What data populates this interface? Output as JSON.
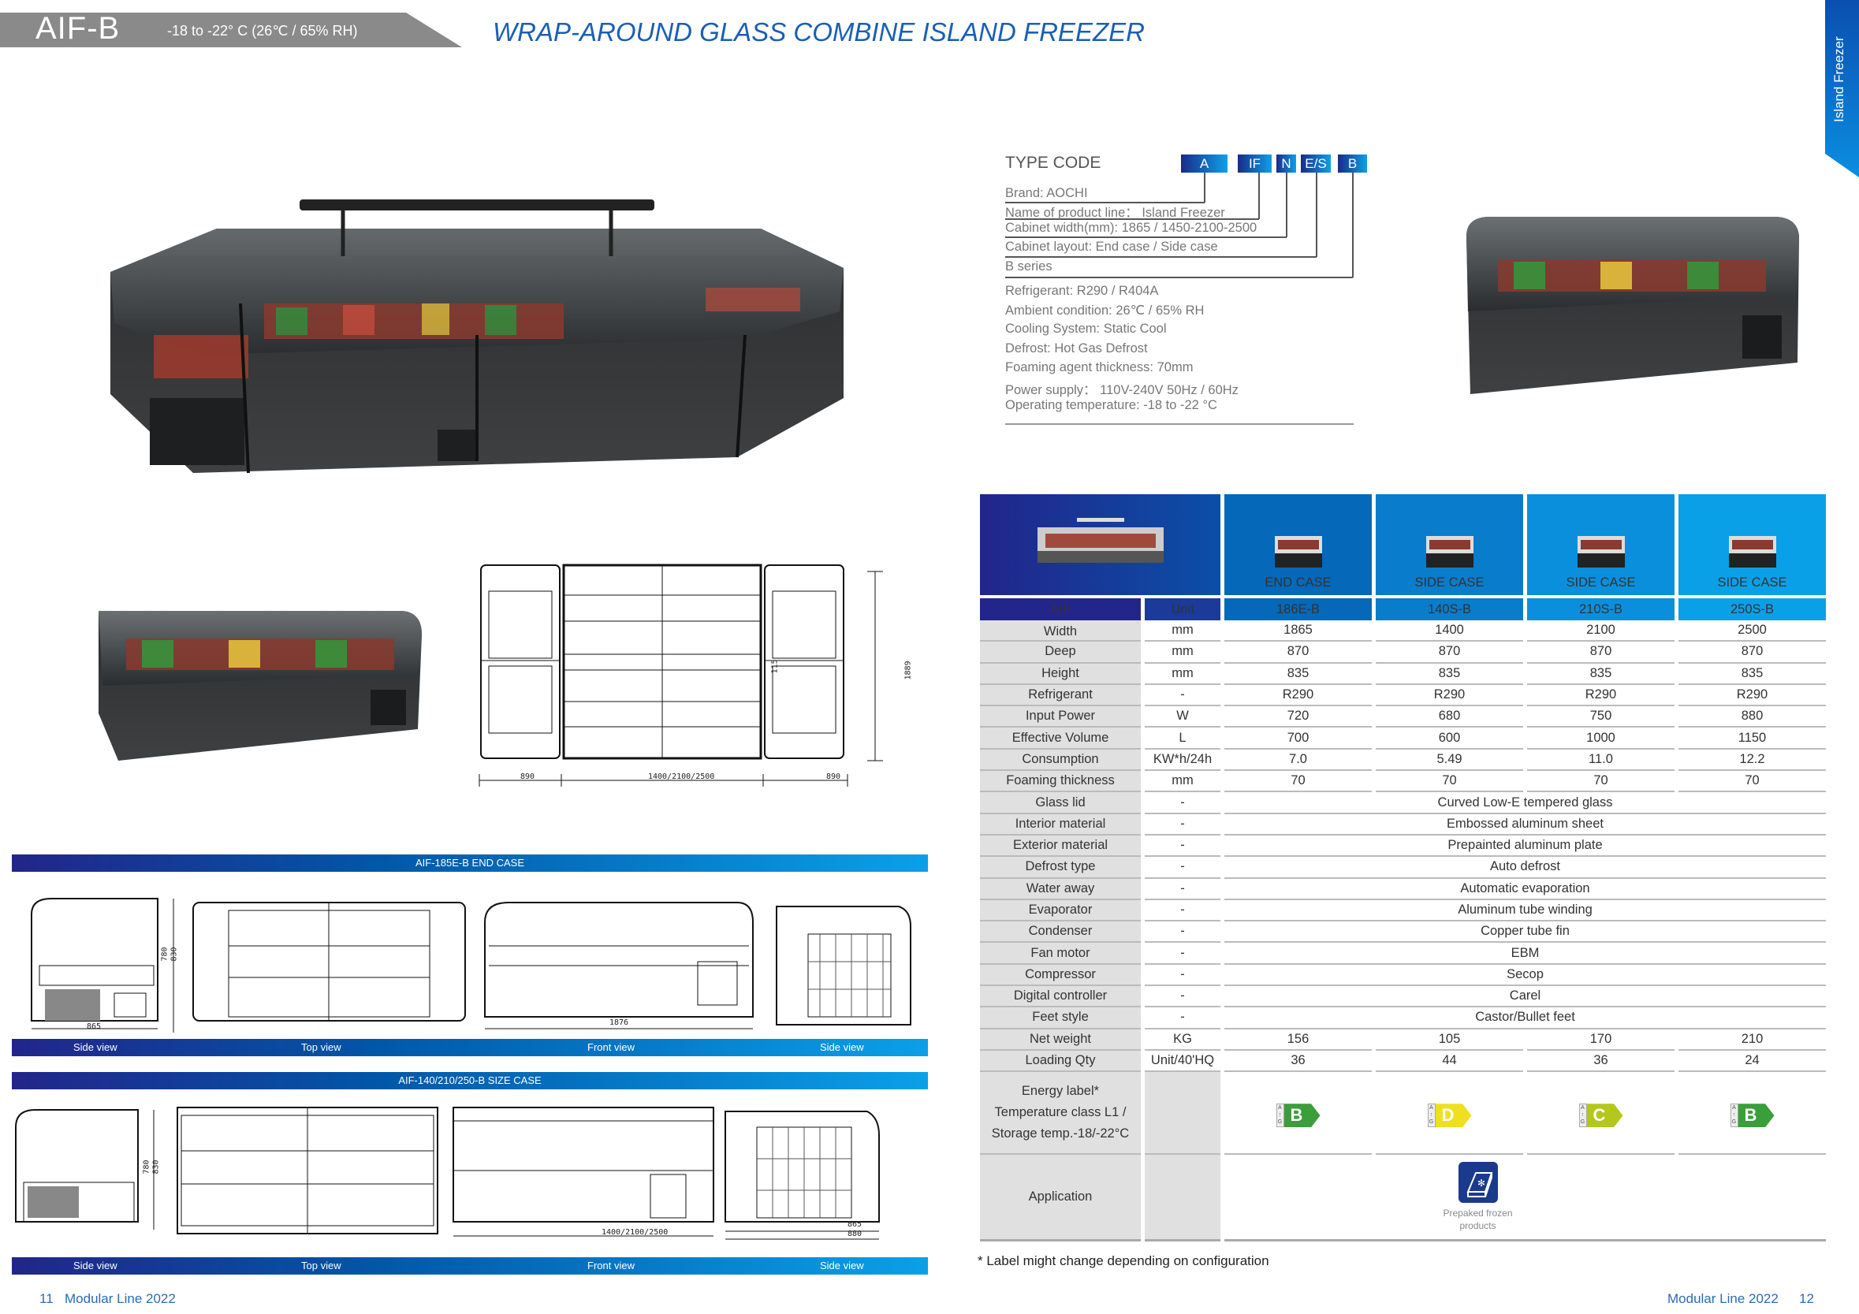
{
  "header": {
    "model": "AIF-B",
    "range": "-18 to -22°  C  (26℃ / 65% RH)",
    "title": "WRAP-AROUND  GLASS COMBINE ISLAND FREEZER",
    "side_tab": "Island Freezer"
  },
  "type_code": {
    "heading": "TYPE CODE",
    "boxes": [
      "A",
      "IF",
      "N",
      "E/S",
      "B"
    ],
    "legend": [
      "Brand: AOCHI",
      "Name of product line：  Island Freezer",
      "Cabinet width(mm): 1865 / 1450-2100-2500",
      "Cabinet layout: End case / Side case",
      "B series"
    ],
    "specs": [
      "Refrigerant: R290 / R404A",
      "Ambient condition: 26℃  / 65% RH",
      "Cooling System: Static Cool",
      "Defrost: Hot Gas Defrost",
      "Foaming agent thickness: 70mm",
      "Power supply：  110V-240V   50Hz / 60Hz",
      "Operating temperature: -18 to -22 °C"
    ]
  },
  "top_drawing": {
    "dims": [
      "890",
      "1400/2100/2500",
      "890",
      "1889",
      "115"
    ]
  },
  "end_case": {
    "title": "AIF-185E-B END CASE",
    "dims": [
      "865",
      "780",
      "830",
      "1876"
    ],
    "views": [
      "Side view",
      "Top view",
      "Front view",
      "Side view"
    ]
  },
  "side_case": {
    "title": "AIF-140/210/250-B SIZE CASE",
    "dims": [
      "780",
      "830",
      "1400/2100/2500",
      "865",
      "880"
    ],
    "views": [
      "Side view",
      "Top view",
      "Front view",
      "Side view"
    ]
  },
  "table": {
    "corner": "AIF",
    "unit_header": "Unit",
    "columns": [
      {
        "type": "END CASE",
        "model": "186E-B"
      },
      {
        "type": "SIDE CASE",
        "model": "140S-B"
      },
      {
        "type": "SIDE CASE",
        "model": "210S-B"
      },
      {
        "type": "SIDE CASE",
        "model": "250S-B"
      }
    ],
    "rows": [
      {
        "label": "Width",
        "unit": "mm",
        "values": [
          "1865",
          "1400",
          "2100",
          "2500"
        ]
      },
      {
        "label": "Deep",
        "unit": "mm",
        "values": [
          "870",
          "870",
          "870",
          "870"
        ]
      },
      {
        "label": "Height",
        "unit": "mm",
        "values": [
          "835",
          "835",
          "835",
          "835"
        ]
      },
      {
        "label": "Refrigerant",
        "unit": "-",
        "values": [
          "R290",
          "R290",
          "R290",
          "R290"
        ]
      },
      {
        "label": "Input Power",
        "unit": "W",
        "values": [
          "720",
          "680",
          "750",
          "880"
        ]
      },
      {
        "label": "Effective Volume",
        "unit": "L",
        "values": [
          "700",
          "600",
          "1000",
          "1150"
        ]
      },
      {
        "label": "Consumption",
        "unit": "KW*h/24h",
        "values": [
          "7.0",
          "5.49",
          "11.0",
          "12.2"
        ]
      },
      {
        "label": "Foaming thickness",
        "unit": "mm",
        "values": [
          "70",
          "70",
          "70",
          "70"
        ]
      },
      {
        "label": "Glass lid",
        "unit": "-",
        "merged": "Curved Low-E tempered glass"
      },
      {
        "label": "Interior material",
        "unit": "-",
        "merged": "Embossed aluminum sheet"
      },
      {
        "label": "Exterior material",
        "unit": "-",
        "merged": "Prepainted aluminum plate"
      },
      {
        "label": "Defrost type",
        "unit": "-",
        "merged": "Auto defrost"
      },
      {
        "label": "Water away",
        "unit": "-",
        "merged": "Automatic evaporation"
      },
      {
        "label": "Evaporator",
        "unit": "-",
        "merged": "Aluminum tube winding"
      },
      {
        "label": "Condenser",
        "unit": "-",
        "merged": "Copper tube fin"
      },
      {
        "label": "Fan motor",
        "unit": "-",
        "merged": "EBM"
      },
      {
        "label": "Compressor",
        "unit": "-",
        "merged": "Secop"
      },
      {
        "label": "Digital controller",
        "unit": "-",
        "merged": "Carel"
      },
      {
        "label": "Feet style",
        "unit": "-",
        "merged": "Castor/Bullet feet"
      },
      {
        "label": "Net weight",
        "unit": "KG",
        "values": [
          "156",
          "105",
          "170",
          "210"
        ]
      },
      {
        "label": "Loading Qty",
        "unit": "Unit/40'HQ",
        "values": [
          "36",
          "44",
          "36",
          "24"
        ]
      }
    ],
    "energy": {
      "label_lines": [
        "Energy label*",
        "Temperature class L1 /",
        "Storage temp.-18/-22°C"
      ],
      "scale": [
        "A",
        "↑",
        "G"
      ],
      "classes": [
        {
          "cls": "B",
          "color": "#3a9e3a"
        },
        {
          "cls": "D",
          "color": "#eee020"
        },
        {
          "cls": "C",
          "color": "#b4c81c"
        },
        {
          "cls": "B",
          "color": "#3a9e3a"
        }
      ]
    },
    "application": {
      "label": "Application",
      "icon": "frozen-box-icon",
      "caption_lines": [
        "Prepaked frozen",
        "products"
      ]
    },
    "footnote": "* Label might change depending on configuration"
  },
  "footer": {
    "left_page": "11",
    "left_text": "Modular Line 2022",
    "right_text": "Modular Line 2022",
    "right_page": "12"
  }
}
